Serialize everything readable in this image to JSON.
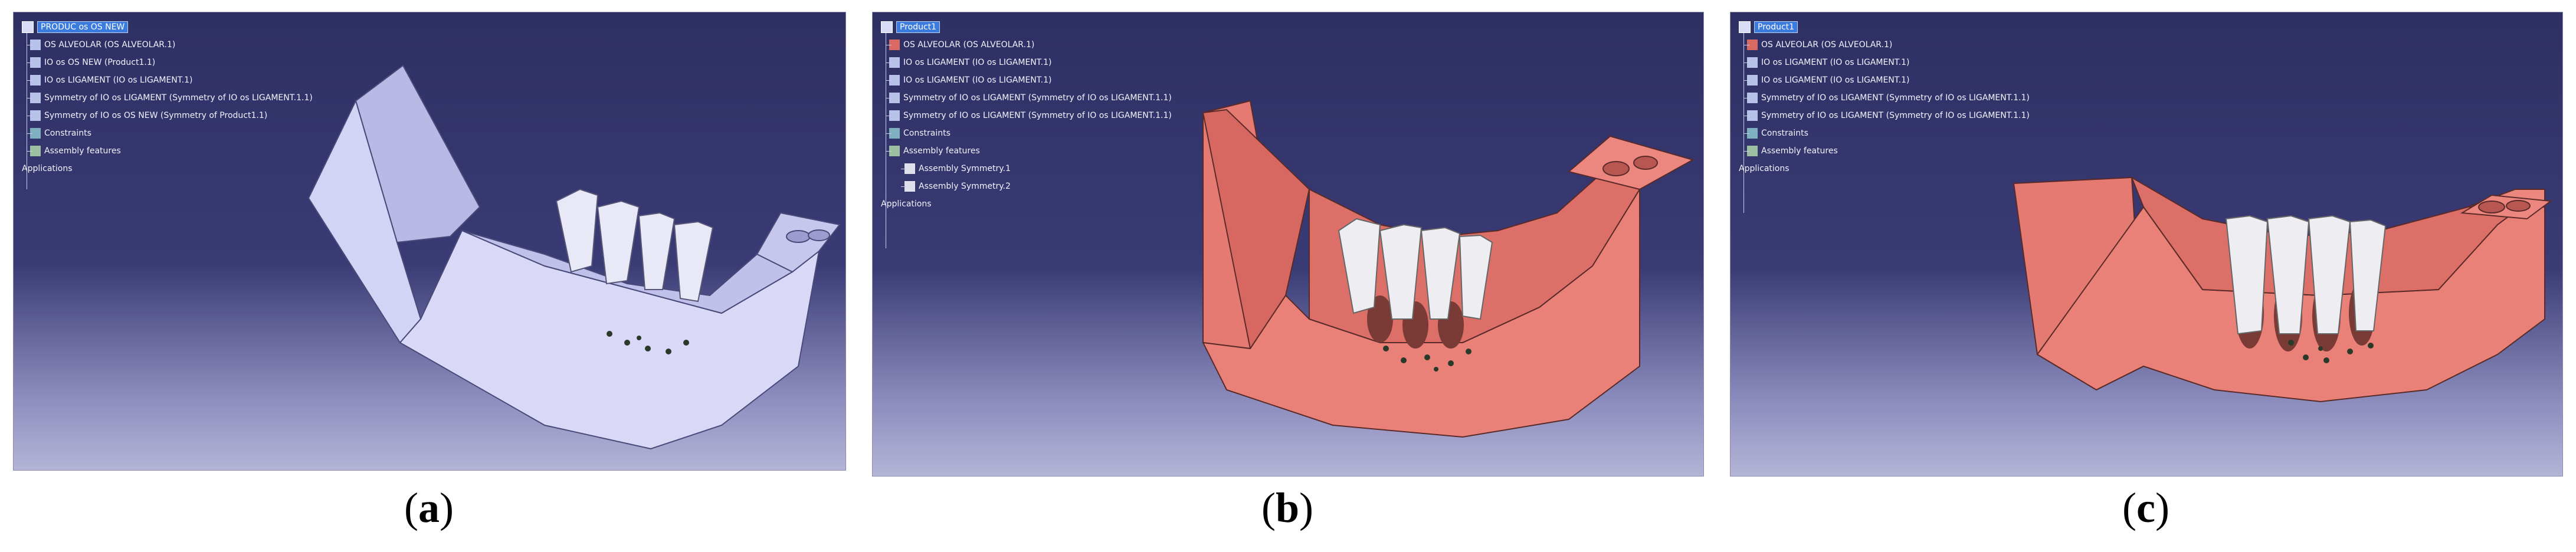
{
  "panels": [
    {
      "id": "a",
      "caption_label": "a",
      "model_color": "#c9c9f0",
      "tree": {
        "root": "PRODUC os OS NEW",
        "items": [
          "OS ALVEOLAR (OS ALVEOLAR.1)",
          "IO os OS NEW (Product1.1)",
          "IO os LIGAMENT (IO os LIGAMENT.1)",
          "Symmetry of IO os LIGAMENT (Symmetry of IO os LIGAMENT.1.1)",
          "Symmetry of IO os OS NEW (Symmetry of Product1.1)",
          "Constraints",
          "Assembly features",
          "Applications"
        ],
        "sub_items": []
      }
    },
    {
      "id": "b",
      "caption_label": "b",
      "model_color": "#e57a72",
      "tree": {
        "root": "Product1",
        "items": [
          "OS ALVEOLAR (OS ALVEOLAR.1)",
          "IO os LIGAMENT (IO os LIGAMENT.1)",
          "IO os LIGAMENT (IO os LIGAMENT.1)",
          "Symmetry of IO os LIGAMENT (Symmetry of IO os LIGAMENT.1.1)",
          "Symmetry of IO os LIGAMENT (Symmetry of IO os LIGAMENT.1.1)",
          "Constraints",
          "Assembly features",
          "Applications"
        ],
        "sub_items": [
          "Assembly Symmetry.1",
          "Assembly Symmetry.2"
        ]
      }
    },
    {
      "id": "c",
      "caption_label": "c",
      "model_color": "#e57a72",
      "tree": {
        "root": "Product1",
        "items": [
          "OS ALVEOLAR (OS ALVEOLAR.1)",
          "IO os LIGAMENT (IO os LIGAMENT.1)",
          "IO os LIGAMENT (IO os LIGAMENT.1)",
          "Symmetry of IO os LIGAMENT (Symmetry of IO os LIGAMENT.1.1)",
          "Symmetry of IO os LIGAMENT (Symmetry of IO os LIGAMENT.1.1)",
          "Constraints",
          "Assembly features",
          "Applications"
        ],
        "sub_items": []
      }
    }
  ],
  "colors": {
    "background_top": "#2e2f63",
    "background_bottom": "#b4b4d6",
    "tree_highlight": "#3b7bde"
  }
}
